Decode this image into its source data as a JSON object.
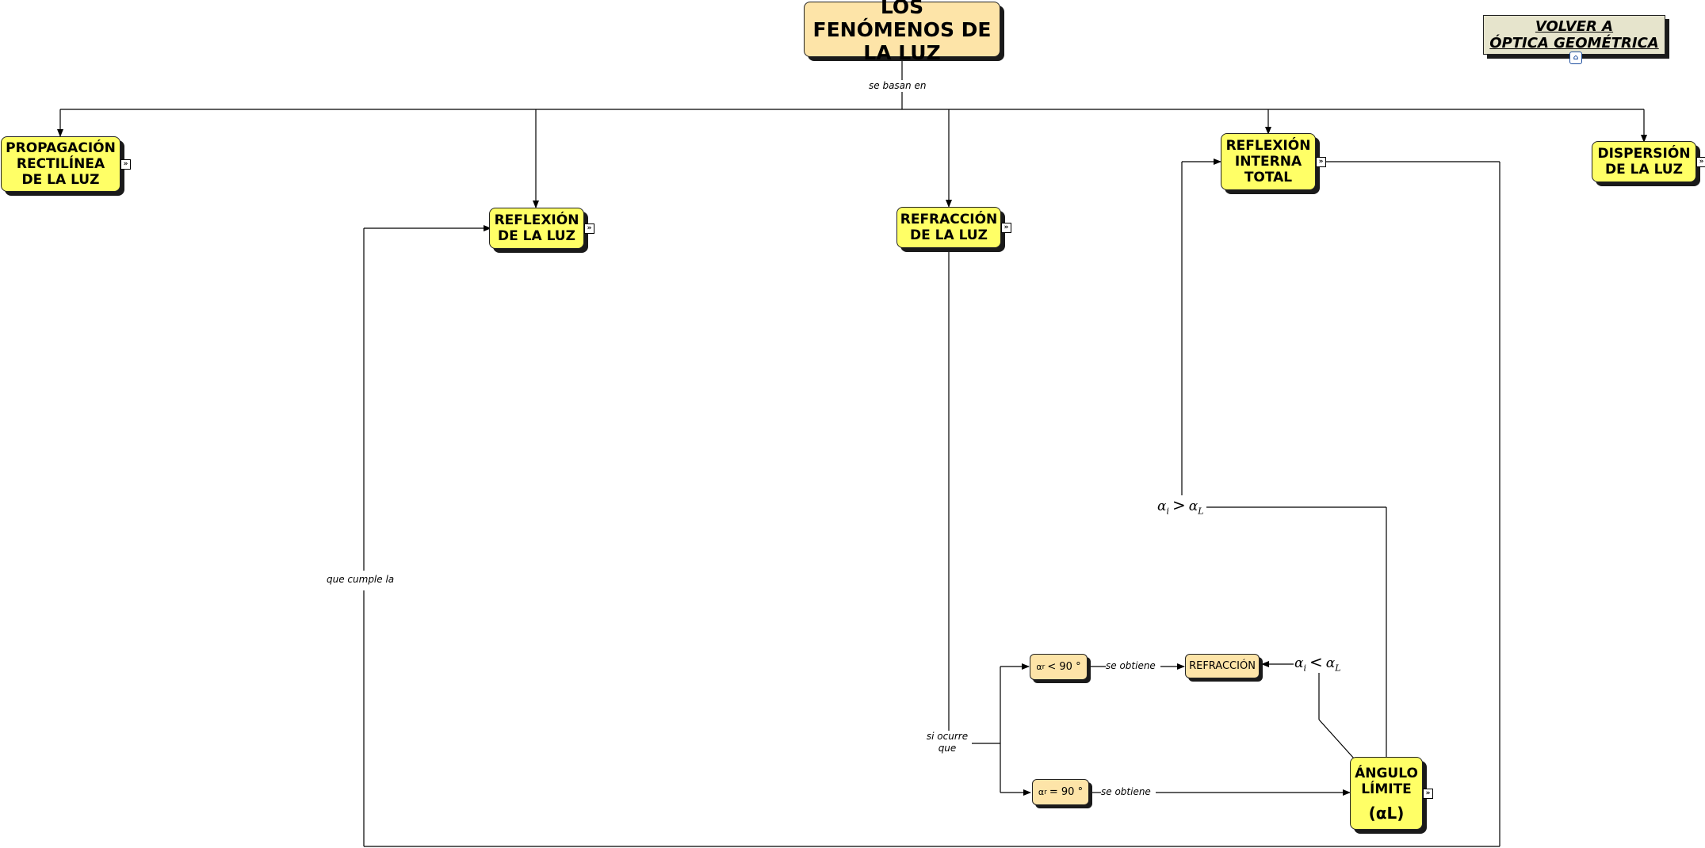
{
  "title": "LOS FENÓMENOS DE LA LUZ",
  "back_link": {
    "line1": "VOLVER A",
    "line2": "ÓPTICA GEOMÉTRICA",
    "icon": "map-link-icon"
  },
  "link_root": "se basan en",
  "nodes": {
    "propagacion": "PROPAGACIÓN RECTILÍNEA DE LA LUZ",
    "reflexion": "REFLEXIÓN DE LA LUZ",
    "refraccion": "REFRACCIÓN DE LA LUZ",
    "reflexion_total": "REFLEXIÓN INTERNA TOTAL",
    "dispersion": "DISPERSIÓN DE LA LUZ",
    "refraccion_small": "REFRACCIÓN",
    "angulo_limite": "ÁNGULO LÍMITE",
    "angulo_limite_symbol": "(αL)"
  },
  "conditions": {
    "lt90": {
      "alpha": "α",
      "sub": "r",
      "rest": "< 90 °"
    },
    "eq90": {
      "alpha": "α",
      "sub": "r",
      "rest": "= 90 °"
    }
  },
  "labels": {
    "que_cumple": "que cumple la",
    "si_ocurre": "si ocurre que",
    "se_obtiene_1": "se obtiene",
    "se_obtiene_2": "se obtiene"
  },
  "inequalities": {
    "greater": {
      "a": "α",
      "a_sub": "i",
      "op": ">",
      "b": "α",
      "b_sub": "L"
    },
    "less": {
      "a": "α",
      "a_sub": "i",
      "op": "<",
      "b": "α",
      "b_sub": "L"
    }
  },
  "expand_glyph": "»",
  "colors": {
    "concept": "#ffff66",
    "title": "#fde4a8",
    "back": "#e6e4cc"
  }
}
